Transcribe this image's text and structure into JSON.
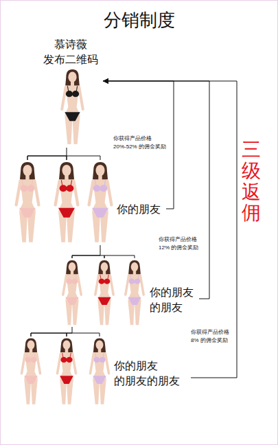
{
  "diagram": {
    "title": "分销制度",
    "nodes": [
      {
        "text": [
          "慕诗薇 发布二维码"
        ]
      },
      {
        "text": [
          "你的朋友"
        ]
      },
      {
        "text": [
          "你的朋友 的朋友"
        ]
      },
      {
        "text": [
          "你的朋友 的朋友的朋友"
        ]
      }
    ],
    "edges": [
      {
        "from": 0,
        "to": 1,
        "arrow": "none"
      },
      {
        "from": 1,
        "to": 2,
        "arrow": "none"
      },
      {
        "from": 2,
        "to": 3,
        "arrow": "none"
      },
      {
        "from": 1,
        "to": 0,
        "label": "你获得产品价格 20%-52% 的佣金奖励",
        "arrow": "to"
      },
      {
        "from": 2,
        "to": 0,
        "label": "你获得产品价格 12% 的佣金奖励",
        "arrow": "to"
      },
      {
        "from": 3,
        "to": 0,
        "label": "你获得产品价格 8% 的佣金奖励",
        "arrow": "to"
      }
    ],
    "labels": [
      "三级返佣"
    ]
  }
}
